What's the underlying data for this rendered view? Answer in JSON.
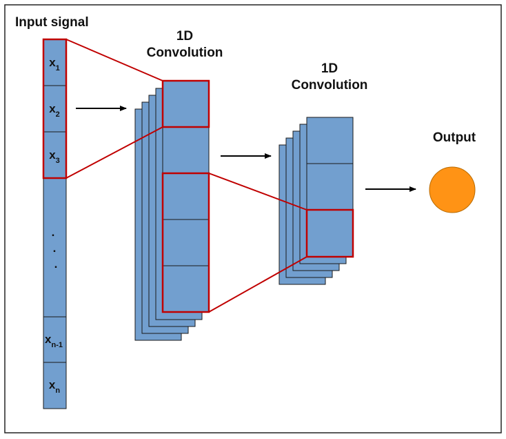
{
  "labels": {
    "input_title": "Input signal",
    "conv1_line1": "1D",
    "conv1_line2": "Convolution",
    "conv2_line1": "1D",
    "conv2_line2": "Convolution",
    "output_title": "Output"
  },
  "input_cells": [
    {
      "base": "x",
      "sub": "1"
    },
    {
      "base": "x",
      "sub": "2"
    },
    {
      "base": "x",
      "sub": "3"
    },
    {
      "base": "x",
      "sub": "n-1"
    },
    {
      "base": "x",
      "sub": "n"
    }
  ],
  "ellipsis": ".",
  "colors": {
    "block_fill": "#729fcf",
    "block_stroke": "#1a1a1a",
    "highlight": "#c00000",
    "output_fill": "#ff9315",
    "output_stroke": "#b86a00"
  }
}
